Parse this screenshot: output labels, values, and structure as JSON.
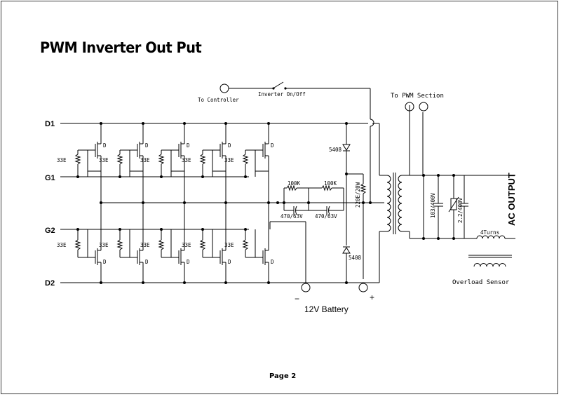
{
  "title": "PWM Inverter Out Put",
  "footer": "Page 2",
  "rails": {
    "d1": "D1",
    "g1": "G1",
    "g2": "G2",
    "d2": "D2"
  },
  "mosfet": {
    "gate_resistor": "33E",
    "drain": "D"
  },
  "labels": {
    "to_controller": "To Controller",
    "switch": "Inverter On/Off",
    "to_pwm": "To PWM Section",
    "diode_top": "5408",
    "diode_bottom": "5408",
    "snub_res_1": "100K",
    "snub_res_2": "100K",
    "snub_cap_1": "470/63V",
    "snub_cap_2": "470/63V",
    "shunt_res": "220E/20W",
    "cap_out_1": "103/400V",
    "cap_out_2": "2.2/400V",
    "turns": "4Turns",
    "overload": "Overload Sensor",
    "ac_output": "AC OUTPUT",
    "battery": "12V Battery",
    "minus": "−",
    "plus": "+"
  }
}
